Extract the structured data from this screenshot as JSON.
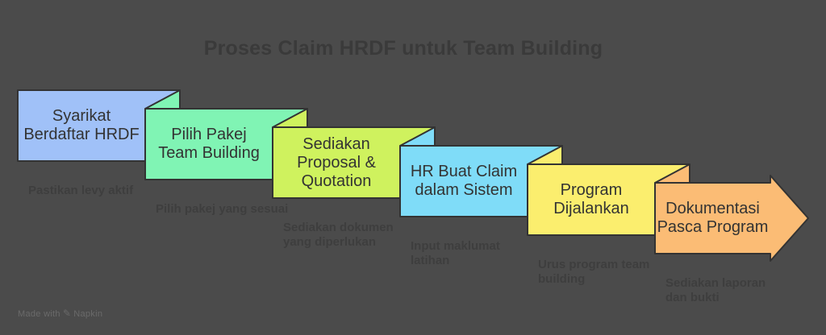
{
  "title": "Proses Claim HRDF untuk Team Building",
  "colors": {
    "background": "#4B4B4B",
    "outline": "#333333",
    "box_text": "#333333",
    "title_text": "#3A3A3A",
    "note_text": "#3E3E3E",
    "footer_text": "#6A6A6A"
  },
  "steps": [
    {
      "label": "Syarikat\nBerdaftar HRDF",
      "note": "Pastikan levy aktif",
      "color": "#A0C1F8",
      "shape": "box"
    },
    {
      "label": "Pilih Pakej\nTeam Building",
      "note": "Pilih pakej yang sesuai",
      "color": "#80F4B4",
      "shape": "box"
    },
    {
      "label": "Sediakan\nProposal &\nQuotation",
      "note": "Sediakan dokumen\nyang diperlukan",
      "color": "#CFF25E",
      "shape": "box"
    },
    {
      "label": "HR Buat Claim\ndalam Sistem",
      "note": "Input maklumat\nlatihan",
      "color": "#7FDCF8",
      "shape": "box"
    },
    {
      "label": "Program\nDijalankan",
      "note": "Urus program team\nbuilding",
      "color": "#FBEE6E",
      "shape": "box"
    },
    {
      "label": "Dokumentasi\nPasca Program",
      "note": "Sediakan laporan\ndan bukti",
      "color": "#FBBC75",
      "shape": "arrow"
    }
  ],
  "footer": {
    "made_with": "Made with",
    "icon_glyph": "✎",
    "brand": "Napkin"
  }
}
